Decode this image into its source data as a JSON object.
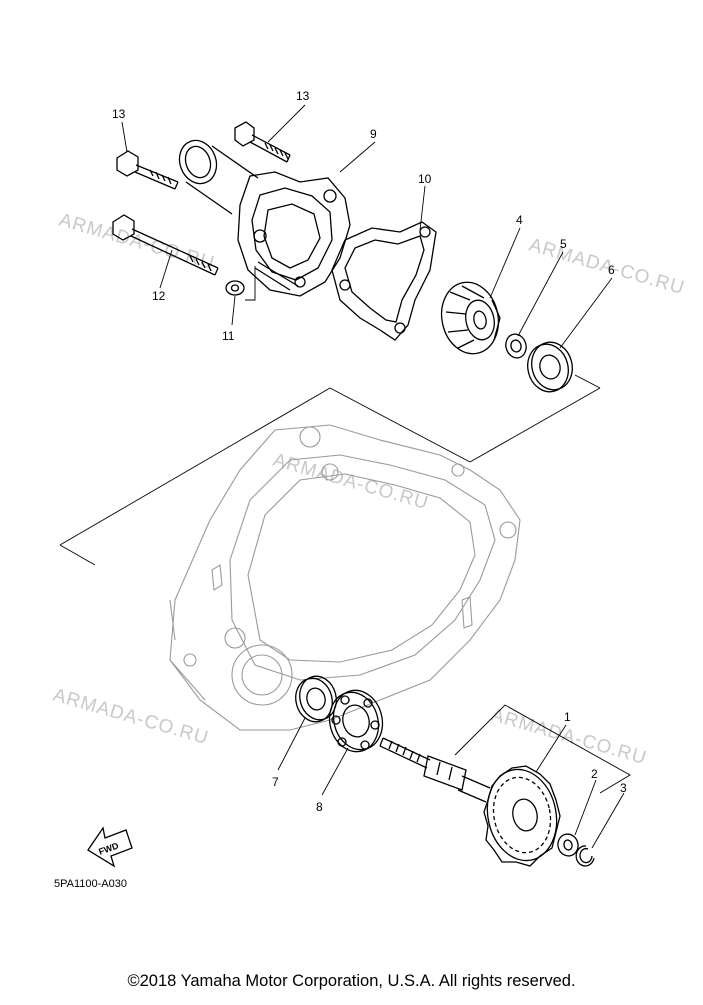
{
  "diagram": {
    "watermark": "ARMADA-CO.RU",
    "part_code": "5PA1100-A030",
    "fwd_label": "FWD",
    "callouts": {
      "c1": "1",
      "c2": "2",
      "c3": "3",
      "c4": "4",
      "c5": "5",
      "c6": "6",
      "c7": "7",
      "c8": "8",
      "c9": "9",
      "c10": "10",
      "c11": "11",
      "c12": "12",
      "c13a": "13",
      "c13b": "13"
    }
  },
  "footer": {
    "copyright": "©2018 Yamaha Motor Corporation, U.S.A. All rights reserved."
  }
}
